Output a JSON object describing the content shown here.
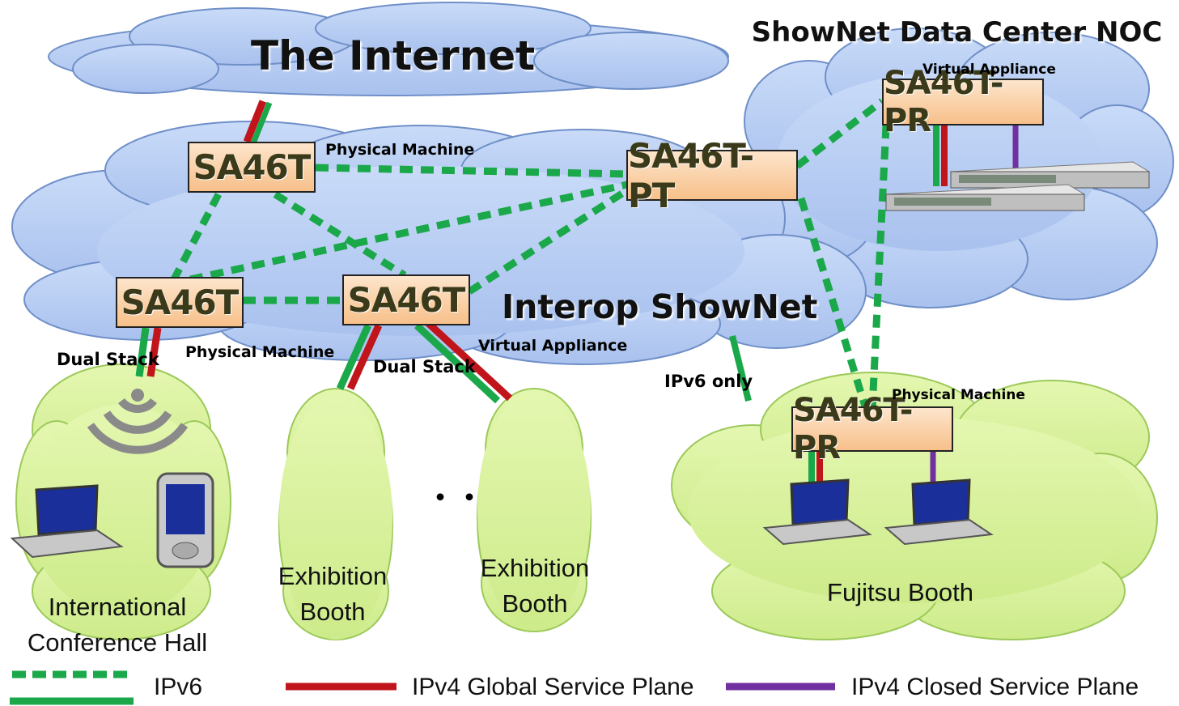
{
  "clouds": {
    "internet": "The Internet",
    "interop": "Interop ShowNet",
    "noc": "ShowNet Data Center NOC"
  },
  "routers": {
    "top": "SA46T",
    "left": "SA46T",
    "middle": "SA46T",
    "pt": "SA46T-PT",
    "noc_pr": "SA46T-PR",
    "fujitsu_pr": "SA46T-PR"
  },
  "labels": {
    "physical_machine_top": "Physical Machine",
    "physical_machine_left": "Physical Machine",
    "physical_machine_fujitsu": "Physical Machine",
    "virtual_appliance_noc": "Virtual Appliance",
    "virtual_appliance_mid": "Virtual Appliance",
    "dual_stack_left": "Dual Stack",
    "dual_stack_mid": "Dual Stack",
    "ipv6_only": "IPv6 only",
    "ellipsis": "・・"
  },
  "sites": {
    "conference_line1": "International",
    "conference_line2": "Conference Hall",
    "booth1_line1": "Exhibition",
    "booth1_line2": "Booth",
    "booth2_line1": "Exhibition",
    "booth2_line2": "Booth",
    "fujitsu": "Fujitsu Booth"
  },
  "legend": {
    "ipv6": "IPv6",
    "ipv4_global": "IPv4 Global Service Plane",
    "ipv4_closed": "IPv4 Closed Service Plane"
  },
  "colors": {
    "ipv6": "#1aa84a",
    "ipv4_global": "#c0151b",
    "ipv4_closed": "#7030a0",
    "cloud_blue": "#b7cdf2",
    "cloud_green": "#d6f09a"
  }
}
